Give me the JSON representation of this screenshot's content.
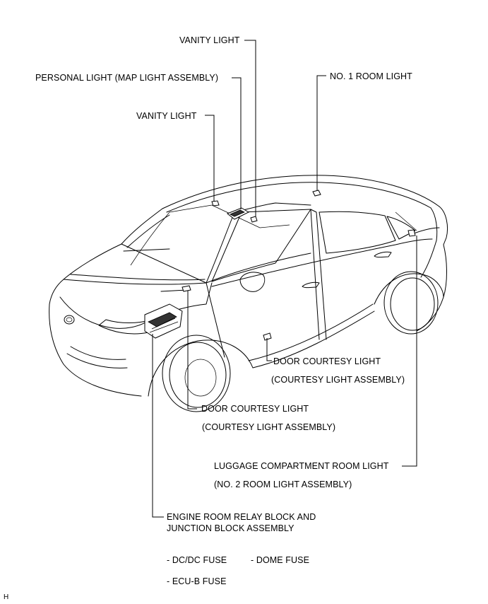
{
  "labels": {
    "vanity_light_top": "VANITY LIGHT",
    "personal_light": "PERSONAL LIGHT (MAP LIGHT ASSEMBLY)",
    "vanity_light_left": "VANITY LIGHT",
    "no1_room_light": "NO. 1 ROOM LIGHT",
    "door_courtesy_rear_line1": "DOOR COURTESY LIGHT",
    "door_courtesy_rear_line2": "(COURTESY LIGHT ASSEMBLY)",
    "door_courtesy_front_line1": "DOOR COURTESY LIGHT",
    "door_courtesy_front_line2": "(COURTESY LIGHT ASSEMBLY)",
    "luggage_line1": "LUGGAGE COMPARTMENT ROOM LIGHT",
    "luggage_line2": "(NO. 2 ROOM LIGHT ASSEMBLY)",
    "relay_block_line1": "ENGINE ROOM RELAY BLOCK AND",
    "relay_block_line2": "JUNCTION BLOCK ASSEMBLY",
    "fuse_dcdc": "- DC/DC FUSE",
    "fuse_dome": "- DOME FUSE",
    "fuse_ecub": "- ECU-B FUSE",
    "corner_mark": "H"
  }
}
